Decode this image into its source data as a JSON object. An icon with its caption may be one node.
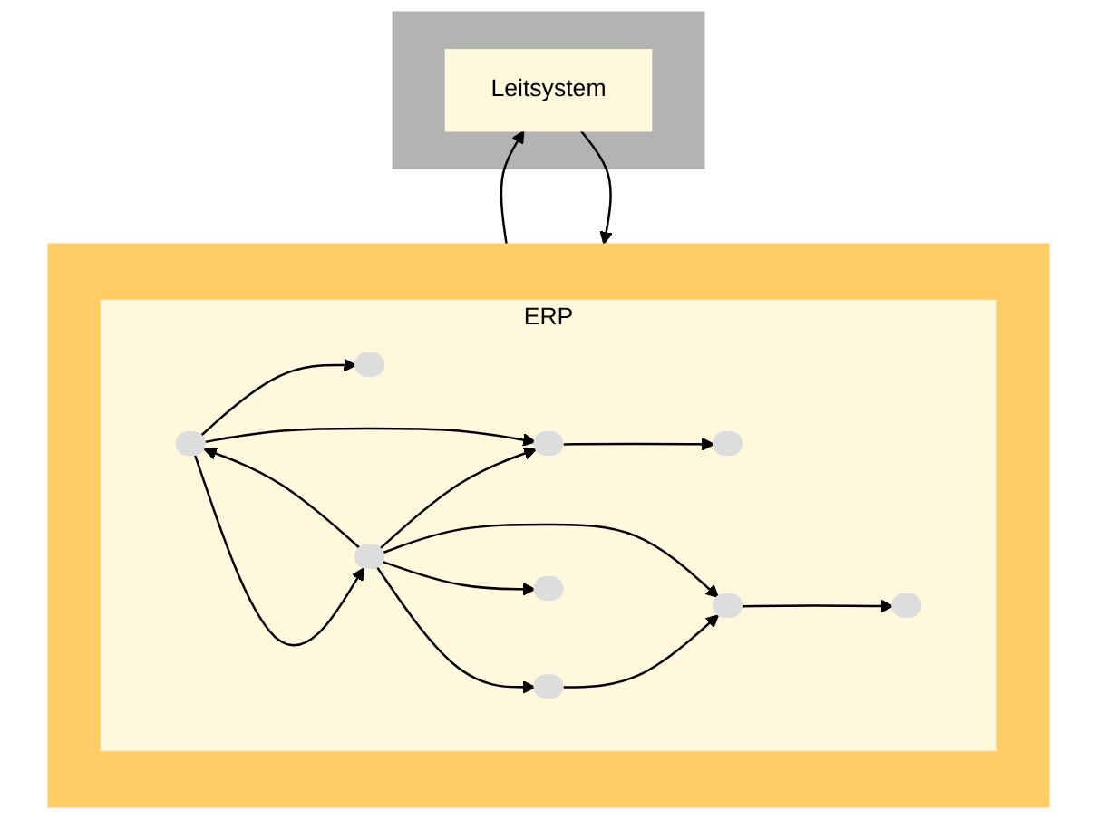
{
  "diagram": {
    "nodes": [
      {
        "text": [],
        "shape": "trapezoid"
      },
      {
        "text": [
          "ERP"
        ],
        "in": 0
      },
      {
        "text": [],
        "shape": "ellipse",
        "in": 1
      },
      {
        "text": [],
        "shape": "ellipse",
        "in": 1
      },
      {
        "text": [],
        "shape": "ellipse",
        "in": 1
      },
      {
        "text": [],
        "shape": "ellipse",
        "in": 1
      },
      {
        "text": [],
        "shape": "ellipse",
        "in": 1
      },
      {
        "text": [],
        "shape": "ellipse",
        "in": 1
      },
      {
        "text": [],
        "shape": "ellipse",
        "in": 1
      },
      {
        "text": [],
        "shape": "ellipse",
        "in": 1
      },
      {
        "text": [],
        "shape": "ellipse",
        "in": 1
      },
      {
        "text": [],
        "shape": "bar"
      },
      {
        "text": [
          "Leitsystem"
        ],
        "in": 11
      }
    ],
    "edges": [
      {
        "from": 5,
        "to": 2,
        "arrow": "to"
      },
      {
        "from": 7,
        "to": 4,
        "arrow": "to"
      },
      {
        "from": 6,
        "to": 3,
        "arrow": "to"
      },
      {
        "from": 9,
        "to": 6,
        "arrow": "to"
      },
      {
        "from": 10,
        "to": 5,
        "arrow": "to"
      },
      {
        "from": 10,
        "to": 6,
        "arrow": "to"
      },
      {
        "from": 10,
        "to": 7,
        "arrow": "to"
      },
      {
        "from": 7,
        "to": 10,
        "arrow": "to"
      },
      {
        "from": 10,
        "to": 8,
        "arrow": "to"
      },
      {
        "from": 10,
        "to": 9,
        "arrow": "to"
      },
      {
        "from": 7,
        "to": 5,
        "arrow": "to"
      },
      {
        "from": 12,
        "to": 0,
        "arrow": "to"
      },
      {
        "from": 0,
        "to": 12,
        "arrow": "to"
      }
    ]
  }
}
